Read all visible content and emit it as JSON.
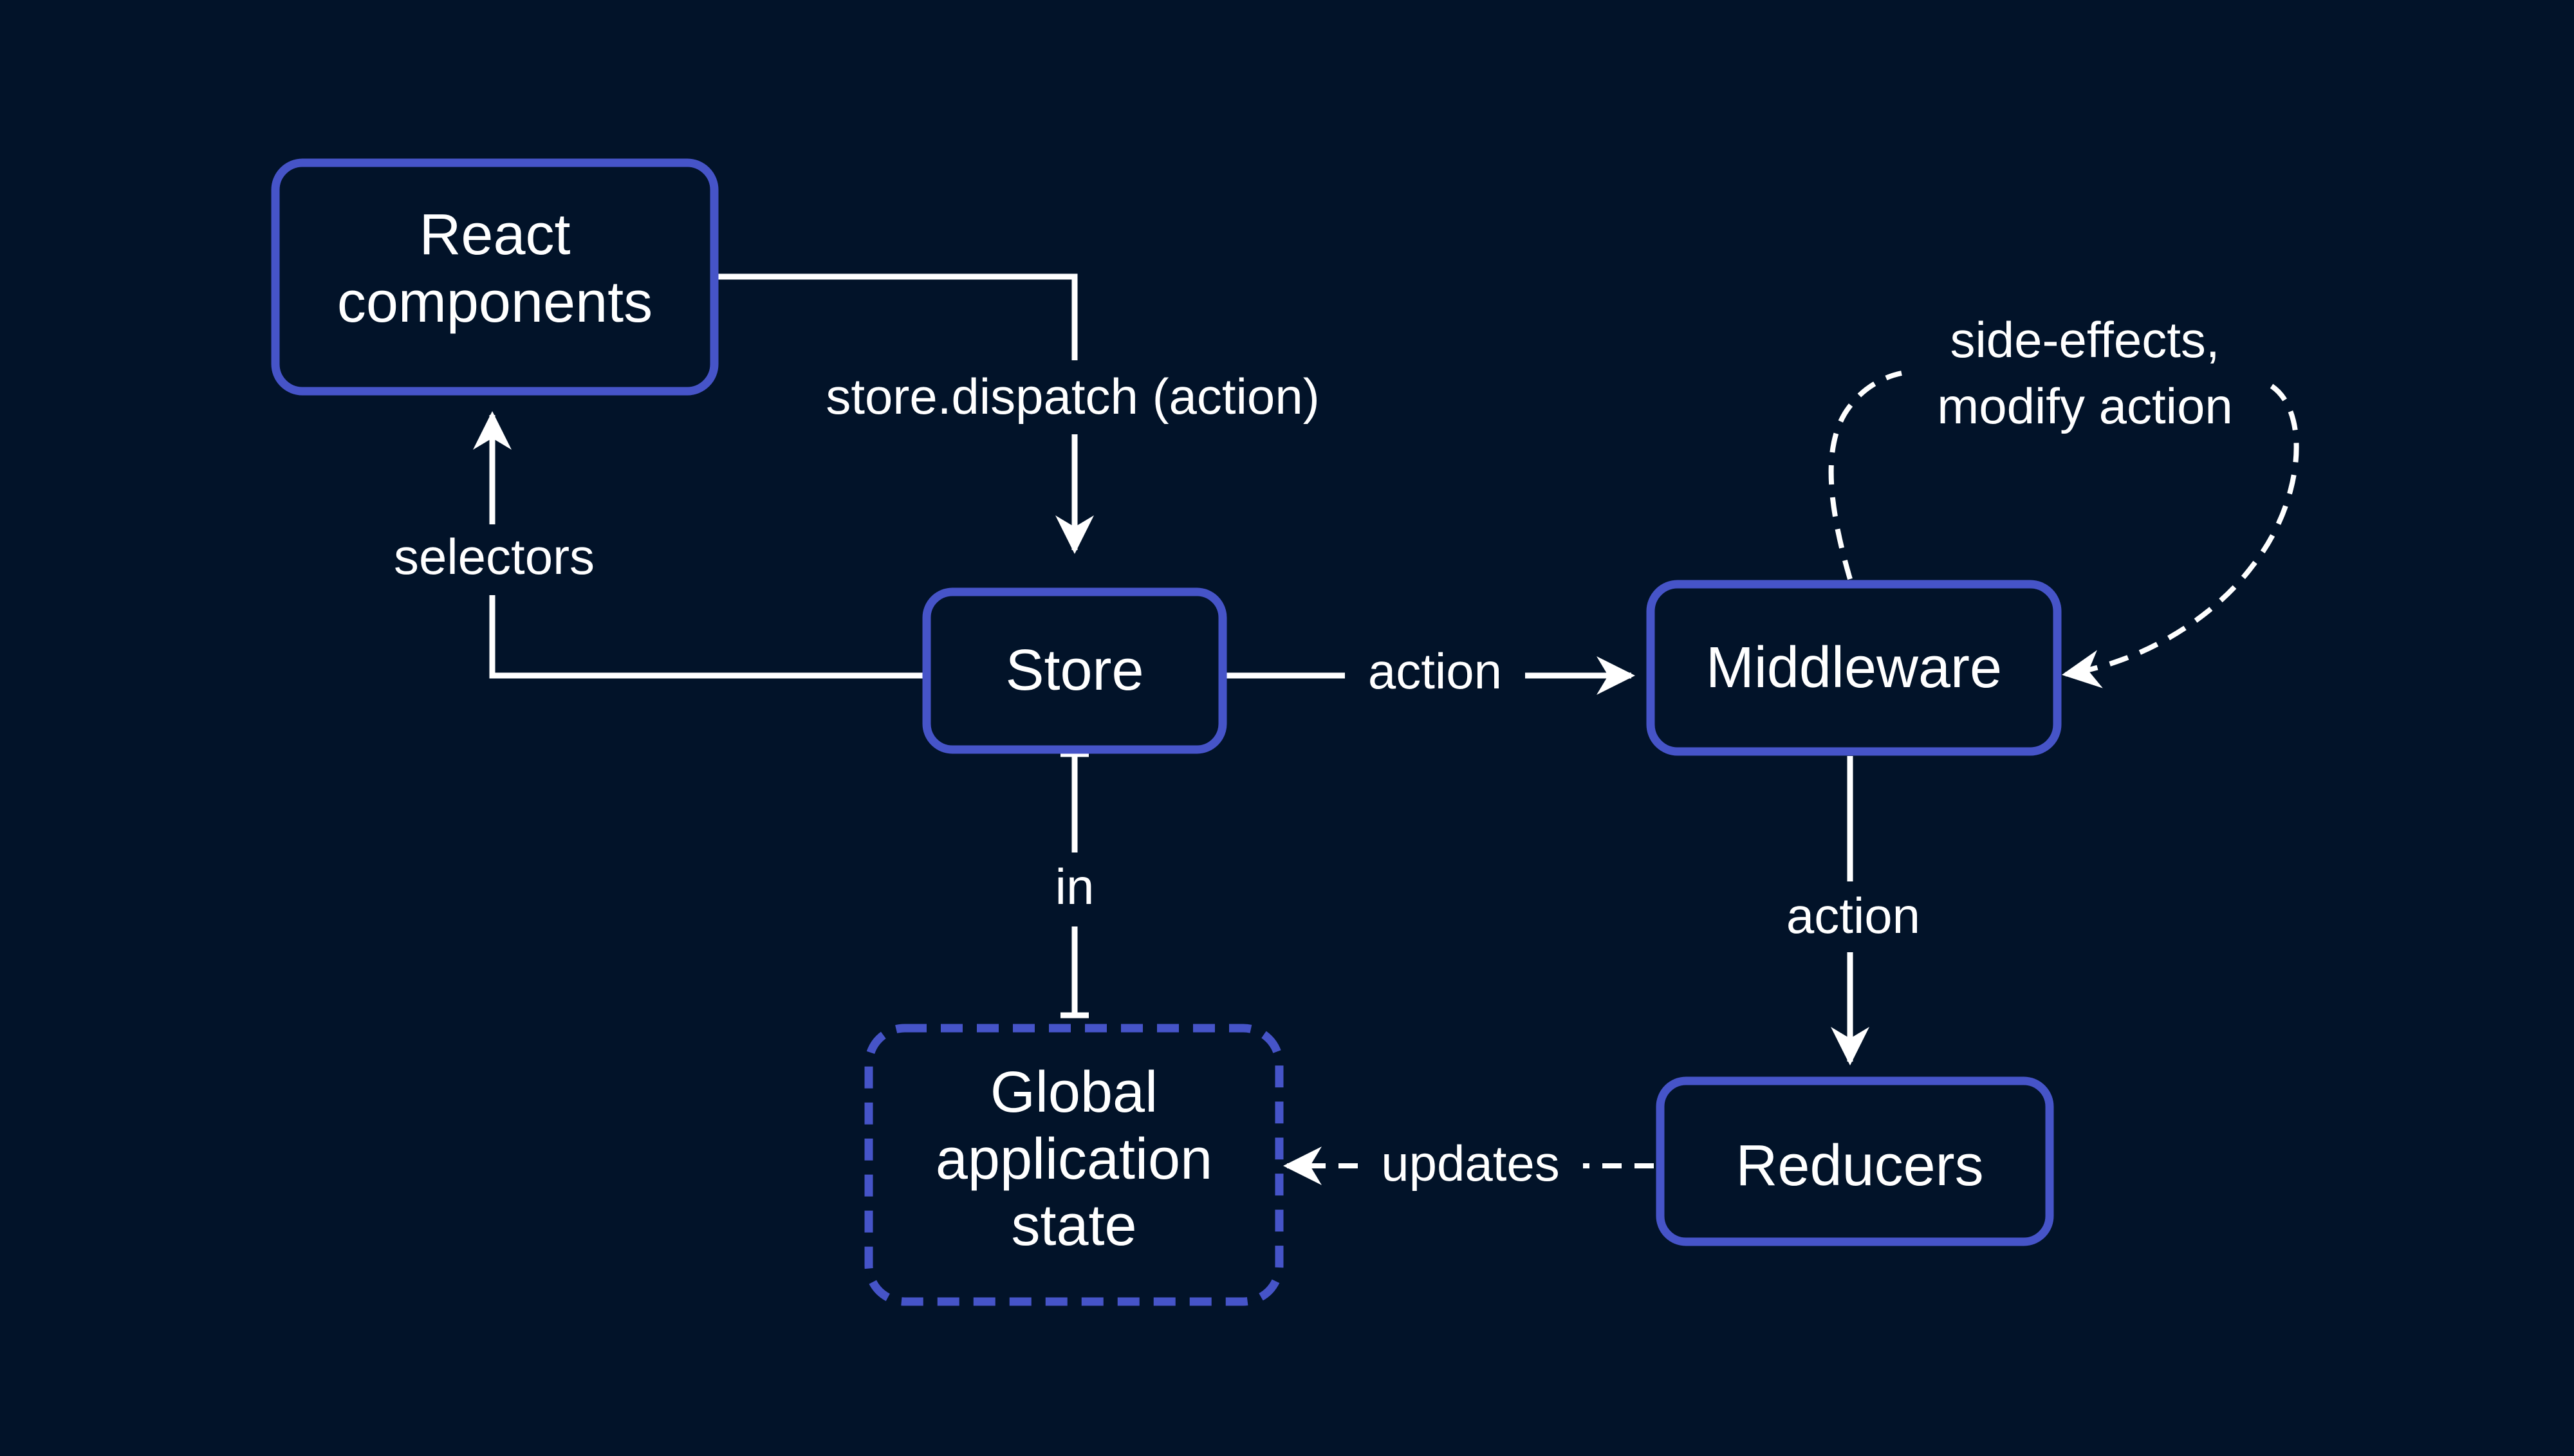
{
  "colors": {
    "background": "#021329",
    "node_border": "#4654c8",
    "line": "#ffffff",
    "text": "#ffffff"
  },
  "nodes": {
    "react_components": [
      "React",
      "components"
    ],
    "store": "Store",
    "middleware": "Middleware",
    "reducers": "Reducers",
    "global_state": [
      "Global",
      "application",
      "state"
    ]
  },
  "edges": {
    "dispatch": "store.dispatch (action)",
    "selectors": "selectors",
    "store_to_middleware": "action",
    "middleware_to_reducers": "action",
    "in": "in",
    "updates": "updates",
    "side_effects": [
      "side-effects,",
      "modify action"
    ]
  }
}
